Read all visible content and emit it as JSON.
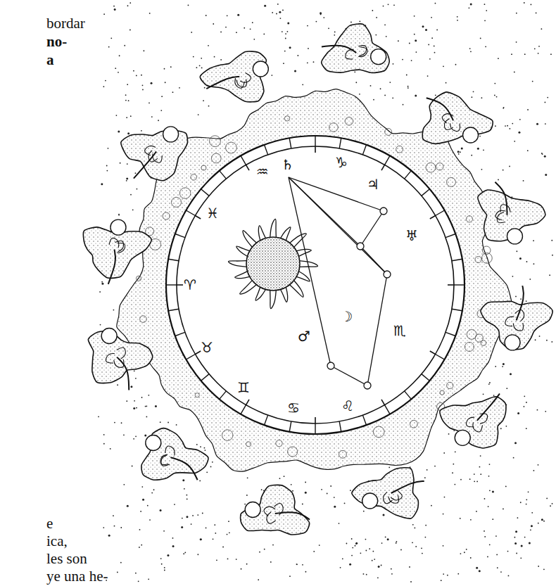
{
  "diagram": {
    "labels": [
      "bordar",
      "no-",
      "a",
      "e",
      "ica,",
      "les son",
      "ye una he-",
      "♒",
      "♄",
      "♑",
      "♓",
      "♈",
      "♉",
      "♊",
      "♋",
      "♌",
      "♃",
      "♅",
      "♂",
      "☽",
      "♏"
    ]
  }
}
